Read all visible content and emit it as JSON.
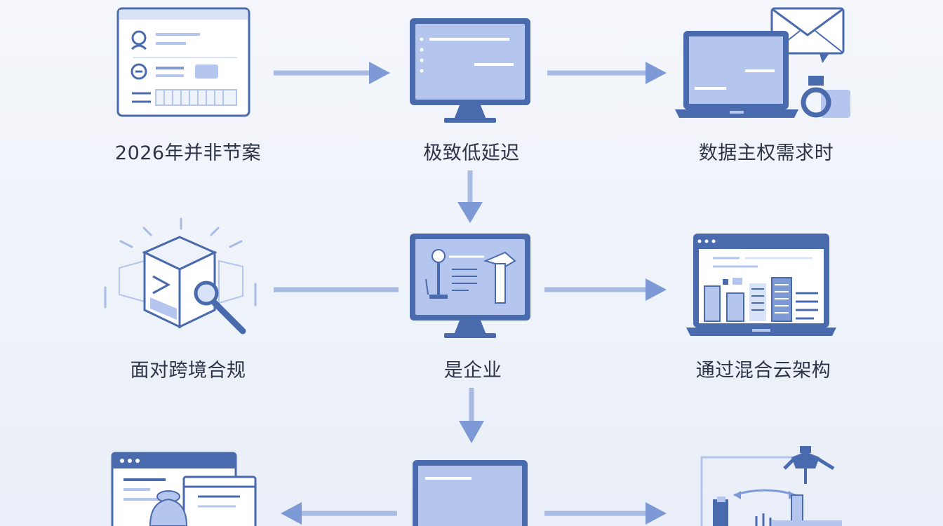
{
  "labels": {
    "r1c1": "2026年并非节案",
    "r1c2": "极致低延迟",
    "r1c3": "数据主权需求时",
    "r2c1": "面对跨境合规",
    "r2c2": "是企业",
    "r2c3": "通过混合云架构"
  },
  "colors": {
    "navy": "#4a6aae",
    "fill": "#b4c6ee",
    "fill_light": "#d9e3f7",
    "white": "#ffffff",
    "arrow": "#7d9ad6",
    "arrow_light": "#a8bbe5",
    "text": "#2d3447"
  }
}
